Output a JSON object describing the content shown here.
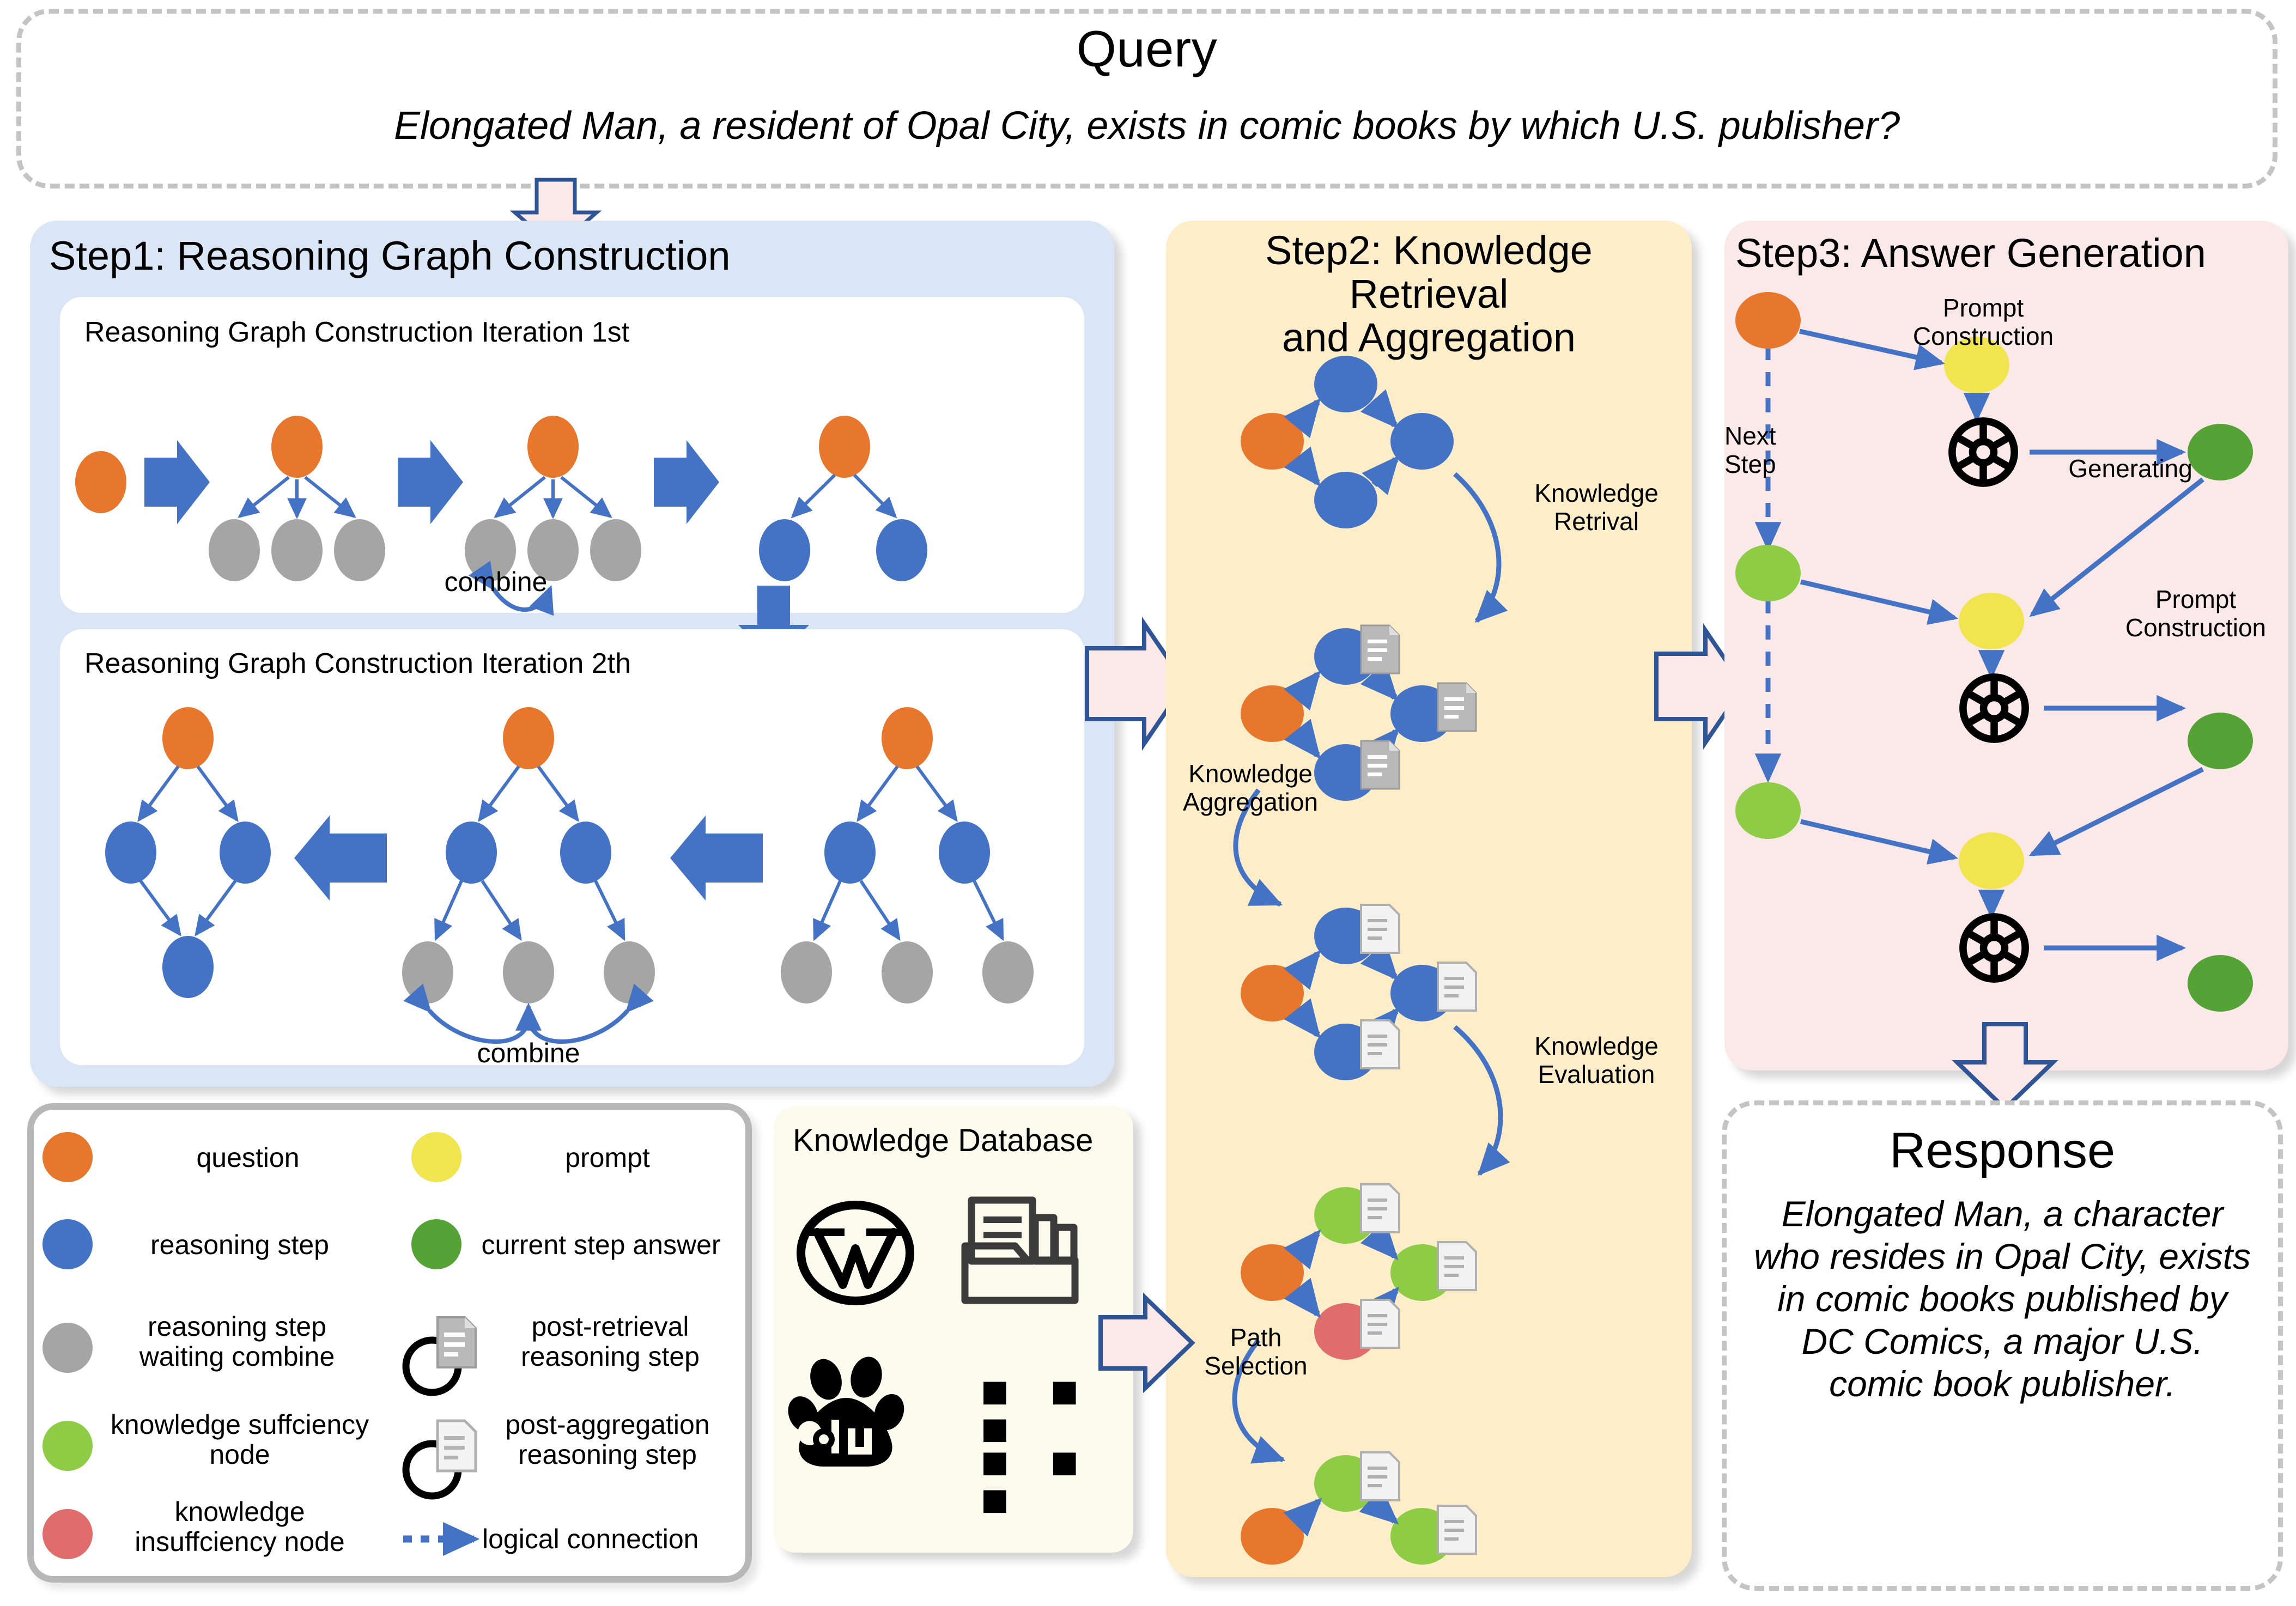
{
  "query": {
    "title": "Query",
    "text": "Elongated Man, a resident of Opal City, exists in comic books by which U.S. publisher?"
  },
  "step1": {
    "title": "Step1: Reasoning Graph Construction",
    "iteration1_label": "Reasoning Graph Construction Iteration 1st",
    "iteration2_label": "Reasoning Graph Construction Iteration 2th",
    "combine_label_1": "combine",
    "combine_label_2": "combine"
  },
  "step2": {
    "title_line1": "Step2: Knowledge",
    "title_line2": "Retrieval",
    "title_line3": "and Aggregation",
    "edge_labels": {
      "retrieval": "Knowledge\nRetrival",
      "aggregation": "Knowledge\nAggregation",
      "evaluation": "Knowledge\nEvaluation",
      "path_selection": "Path\nSelection"
    },
    "retrieval_l1": "Knowledge",
    "retrieval_l2": "Retrival",
    "aggregation_l1": "Knowledge",
    "aggregation_l2": "Aggregation",
    "evaluation_l1": "Knowledge",
    "evaluation_l2": "Evaluation",
    "path_l1": "Path",
    "path_l2": "Selection"
  },
  "step3": {
    "title": "Step3: Answer Generation",
    "prompt_construction_1_l1": "Prompt",
    "prompt_construction_1_l2": "Construction",
    "generating": "Generating",
    "prompt_construction_2_l1": "Prompt",
    "prompt_construction_2_l2": "Construction",
    "next_step_l1": "Next",
    "next_step_l2": "Step"
  },
  "legend": {
    "items": [
      {
        "label": "question",
        "color": "#e8772e",
        "kind": "circle"
      },
      {
        "label": "prompt",
        "color": "#f0e54f",
        "kind": "circle"
      },
      {
        "label": "reasoning step",
        "color": "#4472c4",
        "kind": "circle"
      },
      {
        "label": "current step answer",
        "color": "#55a336",
        "kind": "circle"
      },
      {
        "label": "reasoning step\nwaiting combine",
        "color": "#a5a5a5",
        "kind": "circle"
      },
      {
        "label": "post-retrieval\nreasoning step",
        "color": "#000000",
        "kind": "doc-ring-filled"
      },
      {
        "label": "knowledge suffciency\nnode",
        "color": "#8dcc44",
        "kind": "circle"
      },
      {
        "label": "post-aggregation\nreasoning step",
        "color": "#000000",
        "kind": "doc-ring-outline"
      },
      {
        "label": "knowledge\ninsuffciency node",
        "color": "#e06c6c",
        "kind": "circle"
      },
      {
        "label": "logical connection",
        "color": "#4472c4",
        "kind": "dashed-arrow"
      }
    ],
    "row1": {
      "l1": "question",
      "l2": "prompt"
    },
    "row2": {
      "l1": "reasoning step",
      "l2": "current step answer"
    },
    "row3": {
      "l1a": "reasoning step",
      "l1b": "waiting combine",
      "l2a": "post-retrieval",
      "l2b": "reasoning step"
    },
    "row4": {
      "l1a": "knowledge suffciency",
      "l1b": "node",
      "l2a": "post-aggregation",
      "l2b": "reasoning step"
    },
    "row5": {
      "l1a": "knowledge",
      "l1b": "insuffciency node",
      "l2": "logical connection"
    }
  },
  "knowledge_database": {
    "title": "Knowledge Database",
    "sources": [
      "wikipedia-icon",
      "archive-icon",
      "baidu-icon",
      "ellipsis"
    ],
    "ellipsis": "■ ■ ■"
  },
  "response": {
    "title": "Response",
    "text": "Elongated Man, a character who resides in Opal City, exists in comic books published by DC Comics, a major U.S. comic book publisher."
  },
  "colors": {
    "question": "#e8772e",
    "reasoning_step": "#4472c4",
    "waiting_combine": "#a5a5a5",
    "sufficiency": "#8dcc44",
    "insufficiency": "#e06c6c",
    "prompt": "#f0e54f",
    "answer": "#55a336",
    "step1_panel": "#dae6f6",
    "step2_panel": "#fdeec9",
    "step3_panel": "#fbe9ea",
    "arrow_outline": "#2f5597",
    "arrow_fill": "#fbe9ea",
    "dashed_border": "#c4c4c4"
  }
}
